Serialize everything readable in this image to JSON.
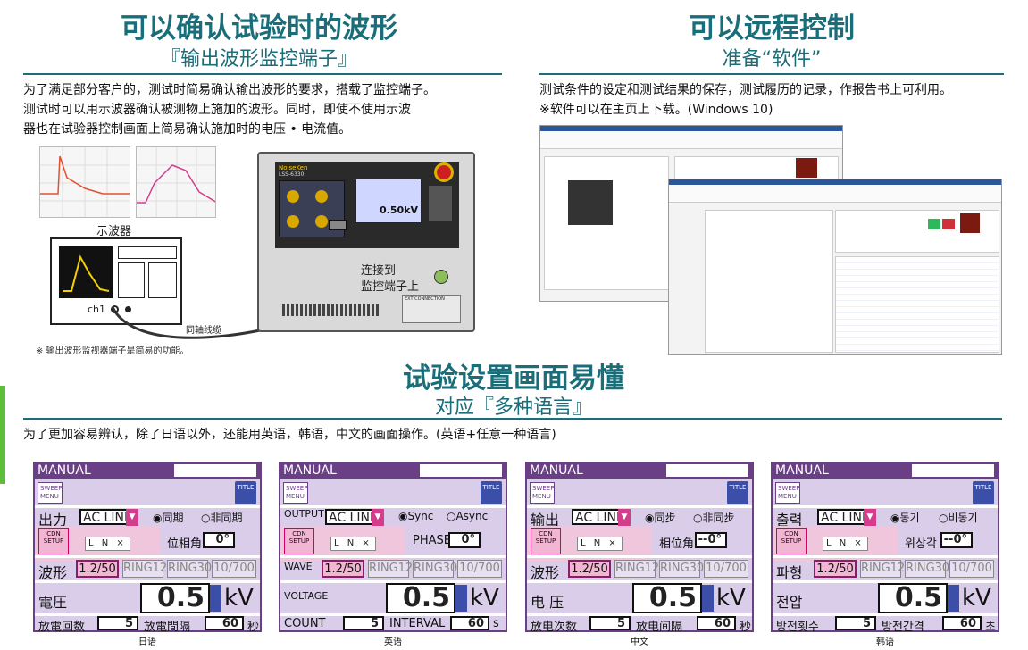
{
  "left_section": {
    "title": "可以确认试验时的波形",
    "subtitle": "『输出波形监控端子』",
    "body_lines": [
      "为了满足部分客户的，测试时简易确认输出波形的要求，搭载了监控端子。",
      "测试时可以用示波器确认被测物上施加的波形。同时，即使不使用示波",
      "器也在试验器控制画面上简易确认施加时的电压 • 电流值。"
    ],
    "oscilloscope_label": "示波器",
    "channel_label": "ch1",
    "connect_label_1": "连接到",
    "connect_label_2": "监控端子上",
    "cable_label": "同轴线缆",
    "footnote": "※ 输出波形监视器端子是简易的功能。",
    "device_brand": "NoiseKen",
    "device_model": "LSS-6330",
    "device_value": "0.50kV",
    "device_port": "EXT CONNECTION"
  },
  "right_section": {
    "title": "可以远程控制",
    "subtitle": "准备“软件”",
    "body_lines": [
      "测试条件的设定和测试结果的保存，测试履历的记录，作报告书上可利用。",
      "※软件可以在主页上下载。(Windows 10)"
    ]
  },
  "bottom_section": {
    "title": "试验设置画面易懂",
    "subtitle": "对应『多种语言』",
    "body": "为了更加容易辨认，除了日语以外，还能用英语，韩语，中文的画面操作。(英语+任意一种语言)"
  },
  "panels": [
    {
      "caption": "日语",
      "header": "MANUAL",
      "output_label": "出力",
      "output_value": "AC LINE",
      "sync_label": "◉同期",
      "async_label": "○非同期",
      "phase_label": "位相角",
      "phase_value": "0°",
      "ln_label": "L N ⨯",
      "wave_label": "波形",
      "wave_options": [
        "1.2/50",
        "RING12",
        "RING30",
        "10/700"
      ],
      "voltage_label": "電圧",
      "voltage_value": "0.5",
      "voltage_unit": "kV",
      "count_label": "放電回数",
      "count_value": "5",
      "interval_label": "放電間隔",
      "interval_value": "60",
      "interval_unit": "秒"
    },
    {
      "caption": "英语",
      "header": "MANUAL",
      "output_label": "OUTPUT",
      "output_value": "AC LINE",
      "sync_label": "◉Sync",
      "async_label": "○Async",
      "phase_label": "PHASE",
      "phase_value": "0°",
      "ln_label": "L N ⨯",
      "wave_label": "WAVE",
      "wave_options": [
        "1.2/50",
        "RING12",
        "RING30",
        "10/700"
      ],
      "voltage_label": "VOLTAGE",
      "voltage_value": "0.5",
      "voltage_unit": "kV",
      "count_label": "COUNT",
      "count_value": "5",
      "interval_label": "INTERVAL",
      "interval_value": "60",
      "interval_unit": "s"
    },
    {
      "caption": "中文",
      "header": "MANUAL",
      "output_label": "输出",
      "output_value": "AC LINE",
      "sync_label": "◉同步",
      "async_label": "○非同步",
      "phase_label": "相位角",
      "phase_value": "--0°",
      "ln_label": "L N ⨯",
      "wave_label": "波形",
      "wave_options": [
        "1.2/50",
        "RING12",
        "RING30",
        "10/700"
      ],
      "voltage_label": "电 压",
      "voltage_value": "0.5",
      "voltage_unit": "kV",
      "count_label": "放电次数",
      "count_value": "5",
      "interval_label": "放电间隔",
      "interval_value": "60",
      "interval_unit": "秒"
    },
    {
      "caption": "韩语",
      "header": "MANUAL",
      "output_label": "출력",
      "output_value": "AC LINE",
      "sync_label": "◉동기",
      "async_label": "○비동기",
      "phase_label": "위상각",
      "phase_value": "--0°",
      "ln_label": "L N ⨯",
      "wave_label": "파형",
      "wave_options": [
        "1.2/50",
        "RING12",
        "RING30",
        "10/700"
      ],
      "voltage_label": "전압",
      "voltage_value": "0.5",
      "voltage_unit": "kV",
      "count_label": "방전횟수",
      "count_value": "5",
      "interval_label": "방전간격",
      "interval_value": "60",
      "interval_unit": "초"
    }
  ],
  "common": {
    "sweep_menu": "SWEEP MENU",
    "title_btn": "TITLE",
    "cdn_setup": "CDN SETUP"
  },
  "colors": {
    "heading": "#1a6e7a",
    "panel_frame": "#6b3f86",
    "panel_bg": "#d9cdea",
    "selected_pink": "#f2b6d3",
    "accent_green": "#5bbf3a"
  }
}
